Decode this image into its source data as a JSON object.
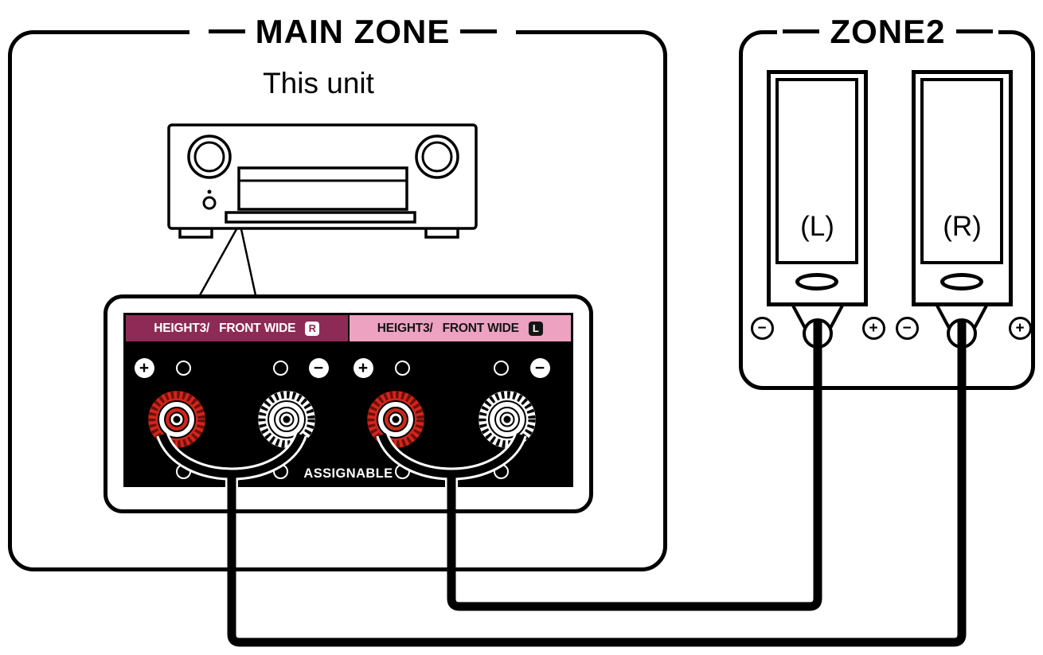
{
  "main_zone": {
    "title": "MAIN ZONE",
    "unit_label": "This unit"
  },
  "panel": {
    "headers": [
      {
        "part1": "HEIGHT3/",
        "part2": "FRONT WIDE",
        "badge": "R"
      },
      {
        "part1": "HEIGHT3/",
        "part2": "FRONT WIDE",
        "badge": "L"
      }
    ],
    "assignable": "ASSIGNABLE",
    "plus": "+",
    "minus": "−"
  },
  "zone2": {
    "title": "ZONE2",
    "speakers": [
      {
        "label": "(L)"
      },
      {
        "label": "(R)"
      }
    ],
    "plus": "+",
    "minus": "−"
  },
  "colors": {
    "maroon": "#8d2b56",
    "pink": "#eda2c1",
    "postRed": "#d2251c",
    "wire": "#000000"
  }
}
